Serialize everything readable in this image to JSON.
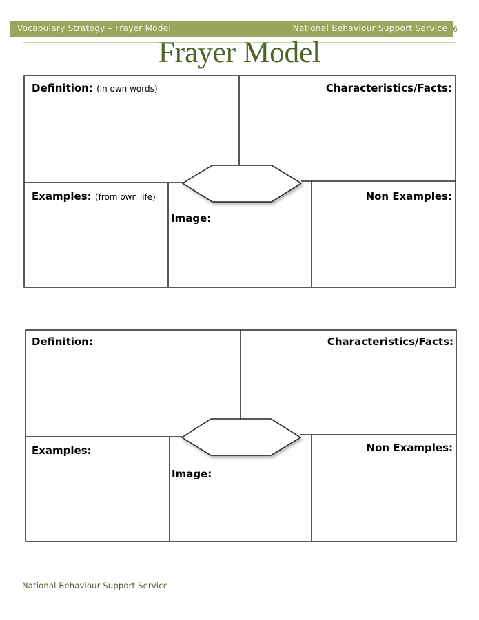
{
  "header": {
    "left_text": "Vocabulary Strategy – Frayer Model",
    "right_text": "National Behaviour Support Service",
    "page_number": "6",
    "band_color": "#9aa65e",
    "rule_color": "#c4d79b"
  },
  "title": "Frayer Model",
  "title_color": "#4f6228",
  "frayer_models": [
    {
      "definition_label": "Definition:",
      "definition_hint": "(in own words)",
      "characteristics_label": "Characteristics/Facts:",
      "examples_label": "Examples:",
      "examples_hint": "(from own life)",
      "image_label": "Image:",
      "non_examples_label": "Non Examples:",
      "center_word": ""
    },
    {
      "definition_label": "Definition:",
      "definition_hint": "",
      "characteristics_label": "Characteristics/Facts:",
      "examples_label": "Examples:",
      "examples_hint": "",
      "image_label": "Image:",
      "non_examples_label": "Non Examples:",
      "center_word": ""
    }
  ],
  "footer": {
    "text": "National Behaviour Support Service"
  }
}
